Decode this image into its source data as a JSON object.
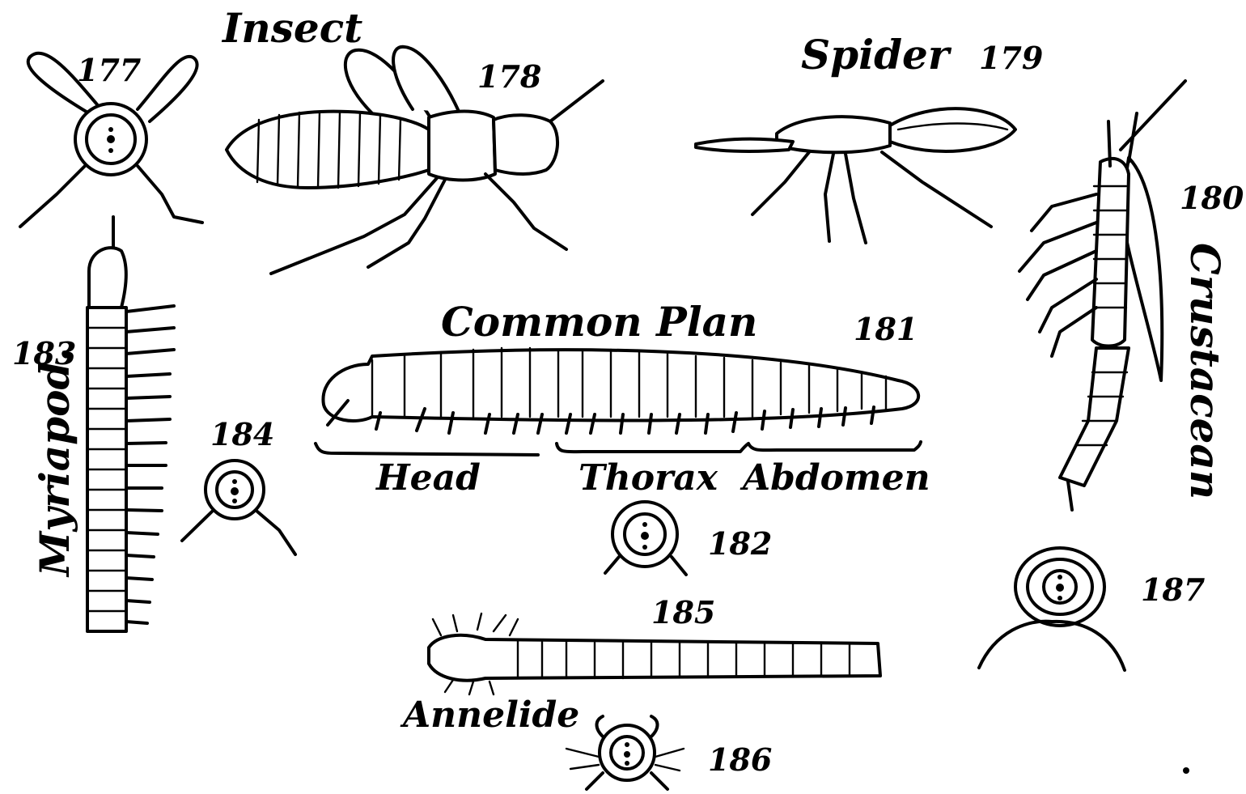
{
  "labels": {
    "insect": "Insect",
    "spider": "Spider",
    "crustacean": "Crustacean",
    "myriapod": "Myriapod.",
    "common_plan": "Common Plan",
    "annelide": "Annelide",
    "head": "Head",
    "thorax": "Thorax",
    "abdomen": "Abdomen"
  },
  "figures": {
    "f177": "177",
    "f178": "178",
    "f179": "179",
    "f180": "180",
    "f181": "181",
    "f182": "182",
    "f183": "183",
    "f184": "184",
    "f185": "185",
    "f186": "186",
    "f187": "187"
  }
}
